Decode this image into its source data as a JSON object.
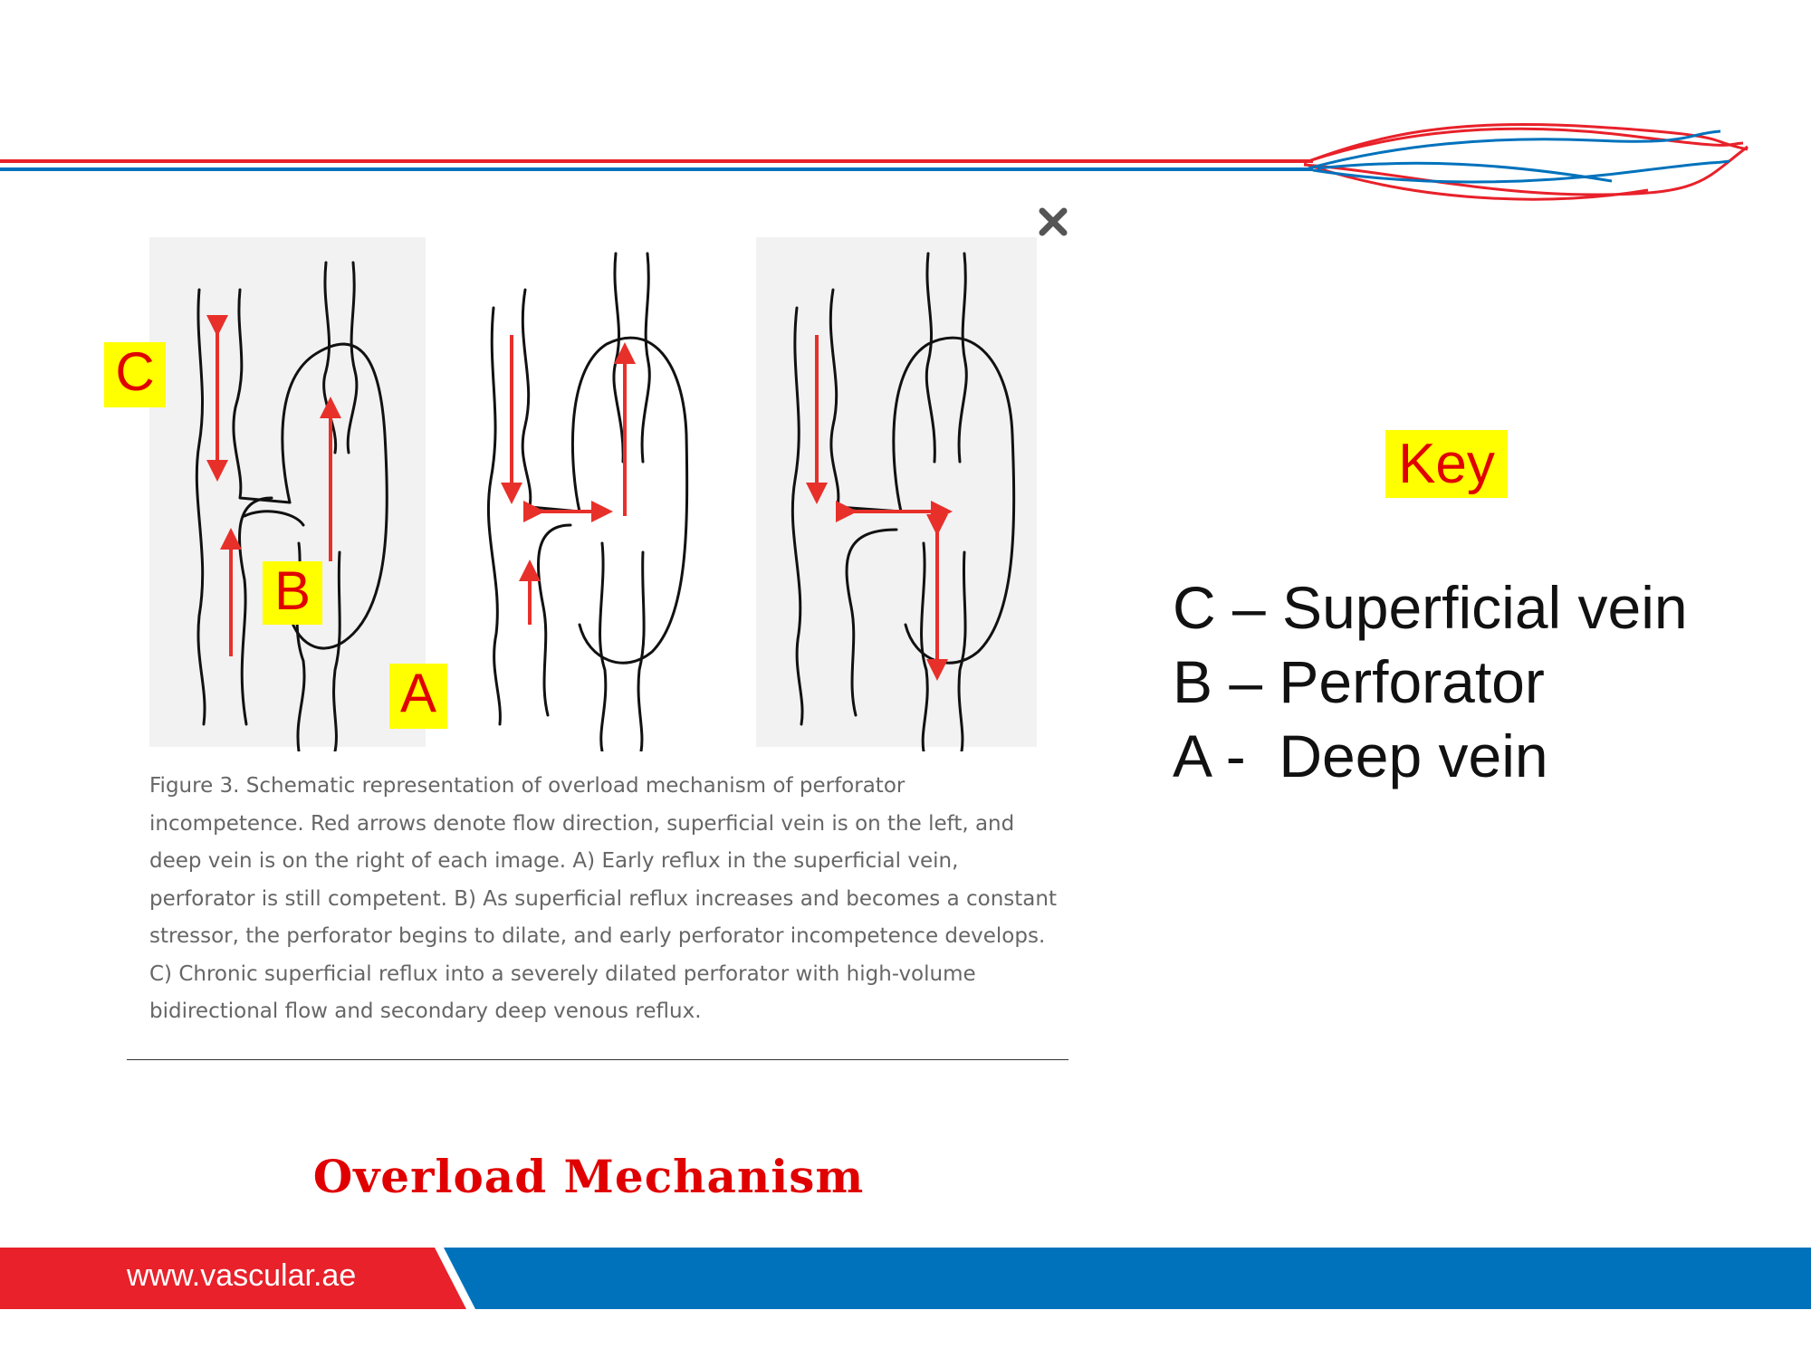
{
  "colors": {
    "brand_red": "#e8212a",
    "brand_blue": "#0072bc",
    "highlight": "#ffff00",
    "label_red": "#e00000",
    "arrow_red": "#e8302b"
  },
  "header": {
    "icon": "close-icon"
  },
  "figure": {
    "labels": {
      "c": "C",
      "b": "B",
      "a": "A"
    },
    "caption": "Figure 3. Schematic representation of overload mechanism of perforator incompetence. Red arrows denote flow direction, superficial vein is on the left, and deep vein is on the right of each image. A) Early reflux in the superficial vein, perforator is still competent. B) As superficial reflux increases and becomes a constant stressor, the perforator begins to dilate, and early perforator incompetence develops. C) Chronic superficial reflux into a severely dilated perforator with high-volume bidirectional flow and secondary deep venous reflux."
  },
  "slide_title": "Overload Mechanism",
  "key": {
    "title": "Key",
    "items": [
      "C – Superficial vein",
      "B – Perforator",
      "A -  Deep vein"
    ]
  },
  "footer": {
    "url": "www.vascular.ae"
  }
}
